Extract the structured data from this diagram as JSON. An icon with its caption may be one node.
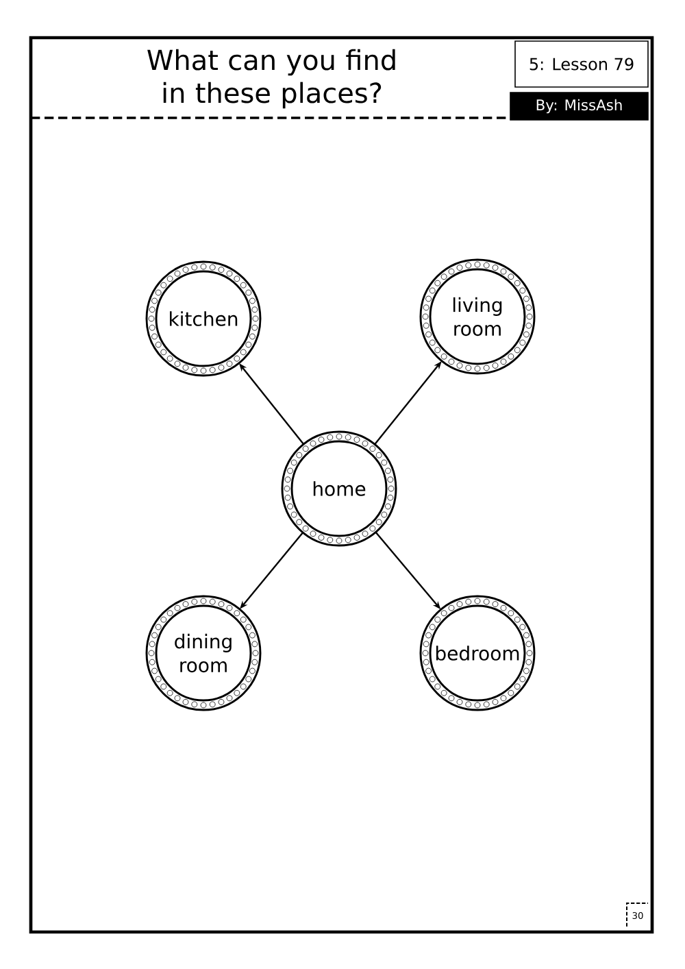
{
  "diagram": {
    "title": "What can you find in these places?",
    "nodes": [
      {
        "text": [
          "kitchen"
        ]
      },
      {
        "text": [
          "living room"
        ]
      },
      {
        "text": [
          "home"
        ]
      },
      {
        "text": [
          "dining room"
        ]
      },
      {
        "text": [
          "bedroom"
        ]
      }
    ],
    "edges": [
      {
        "from": 2,
        "to": 0,
        "arrow": "to"
      },
      {
        "from": 2,
        "to": 1,
        "arrow": "to"
      },
      {
        "from": 2,
        "to": 3,
        "arrow": "to"
      },
      {
        "from": 2,
        "to": 4,
        "arrow": "to"
      }
    ],
    "labels": [
      "5: Lesson 79",
      "By: MissAsh",
      "30"
    ]
  }
}
